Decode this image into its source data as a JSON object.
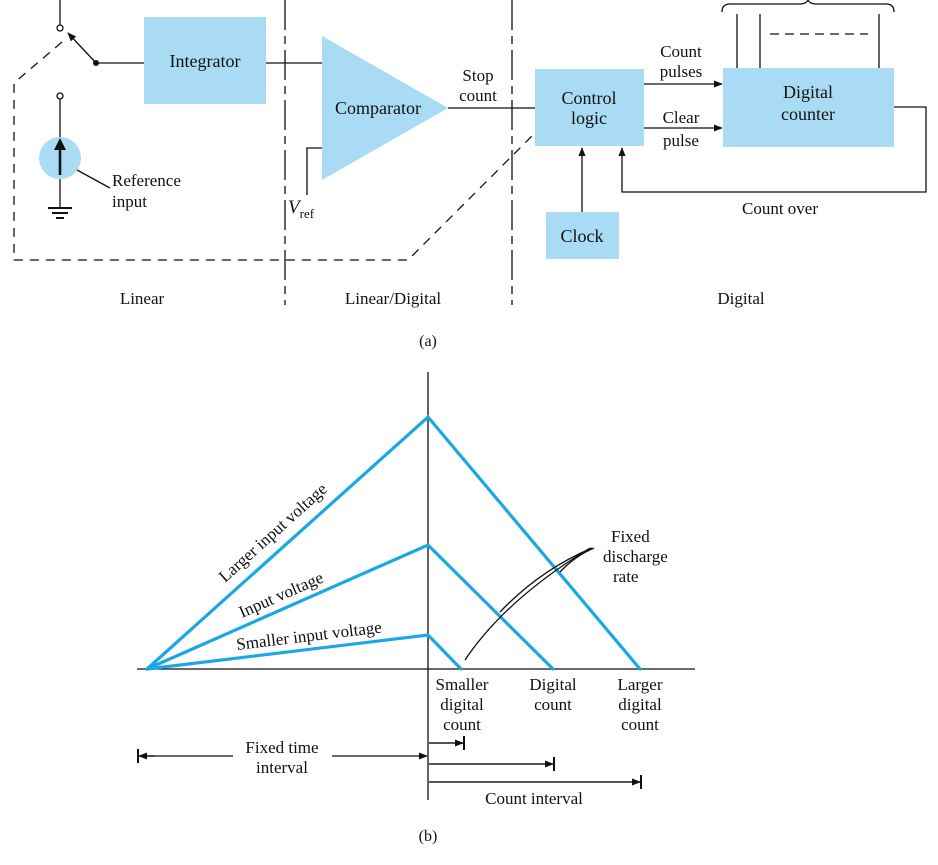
{
  "part_a": {
    "blocks": {
      "integrator": "Integrator",
      "comparator": "Comparator",
      "control_logic": [
        "Control",
        "logic"
      ],
      "digital_counter": [
        "Digital",
        "counter"
      ],
      "clock": "Clock"
    },
    "signals": {
      "stop_count": [
        "Stop",
        "count"
      ],
      "count_pulses": [
        "Count",
        "pulses"
      ],
      "clear_pulse": [
        "Clear",
        "pulse"
      ],
      "count_over": "Count over",
      "reference_input": [
        "Reference",
        "input"
      ],
      "vref_main": "V",
      "vref_sub": "ref"
    },
    "regions": [
      "Linear",
      "Linear/Digital",
      "Digital"
    ],
    "caption": "(a)"
  },
  "part_b": {
    "ramp_labels": [
      "Larger input voltage",
      "Input voltage",
      "Smaller input voltage"
    ],
    "discharge_label": [
      "Fixed",
      "discharge",
      "rate"
    ],
    "count_labels": [
      [
        "Smaller",
        "digital",
        "count"
      ],
      [
        "Digital",
        "count"
      ],
      [
        "Larger",
        "digital",
        "count"
      ]
    ],
    "fixed_time_interval": [
      "Fixed time",
      "interval"
    ],
    "count_interval": "Count interval",
    "caption": "(b)"
  },
  "colors": {
    "block_fill": "#a9dcf4",
    "waveform": "#1aa7e6",
    "ink": "#111111"
  }
}
